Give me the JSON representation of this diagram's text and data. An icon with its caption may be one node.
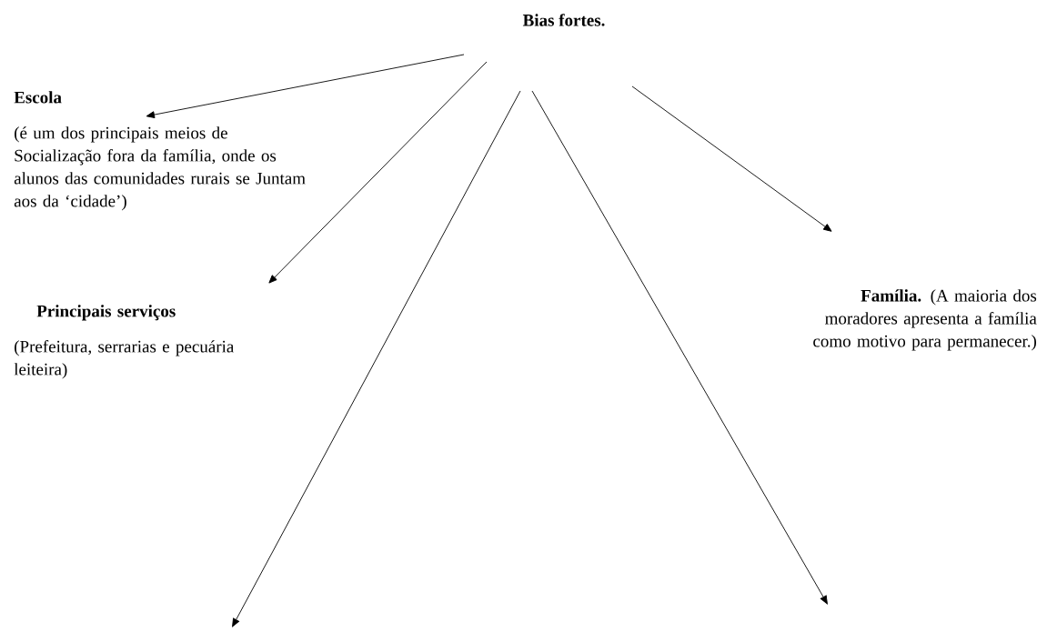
{
  "diagram": {
    "nodes": [
      {
        "text": [
          "Bias fortes."
        ]
      },
      {
        "text": [
          "Escola",
          "(é um dos principais meios de Socialização fora da família, onde os alunos das comunidades rurais se Juntam aos da ‘cidade’)"
        ]
      },
      {
        "text": [
          "Principais serviços",
          "(Prefeitura, serrarias e pecuária leiteira)"
        ]
      },
      {
        "text": [
          "**Família.** (A maioria dos moradores apresenta a família como motivo para permanecer.)"
        ]
      }
    ],
    "edges": [
      {
        "from": 0,
        "to": 1,
        "arrow": "to"
      },
      {
        "from": 0,
        "to": 2,
        "arrow": "to"
      },
      {
        "from": 0,
        "to": 3,
        "arrow": "to"
      },
      {
        "from": 0,
        "to": null,
        "arrow": "to"
      },
      {
        "from": 0,
        "to": null,
        "arrow": "to"
      }
    ]
  }
}
